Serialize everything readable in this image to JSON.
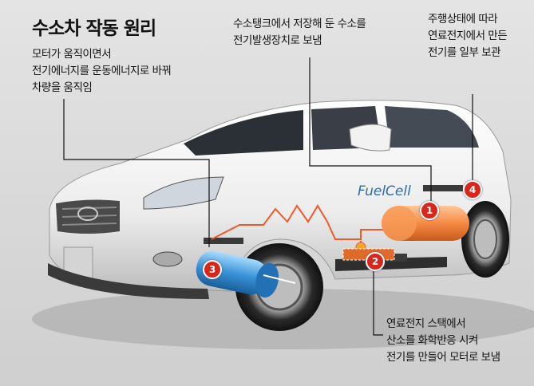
{
  "title": "수소차 작동 원리",
  "captions": [
    {
      "id": "motor",
      "lines": [
        "모터가 움직이면서",
        "전기에너지를 운동에너지로 바꿔",
        "차량을 움직임"
      ]
    },
    {
      "id": "tank",
      "lines": [
        "수소탱크에서 저장해 둔 수소를",
        "전기발생장치로 보냄"
      ]
    },
    {
      "id": "battery",
      "lines": [
        "주행상태에 따라",
        "연료전지에서 만든",
        "전기를 일부 보관"
      ]
    },
    {
      "id": "stack",
      "lines": [
        "연료전지 스택에서",
        "산소를 화학반응 시켜",
        "전기를 만들어 모터로 보냄"
      ]
    }
  ],
  "markers": [
    {
      "num": "1",
      "color": "#d9261c"
    },
    {
      "num": "2",
      "color": "#d9261c"
    },
    {
      "num": "3",
      "color": "#d9261c"
    },
    {
      "num": "4",
      "color": "#d9261c"
    }
  ],
  "door_logo": "FuelCell"
}
